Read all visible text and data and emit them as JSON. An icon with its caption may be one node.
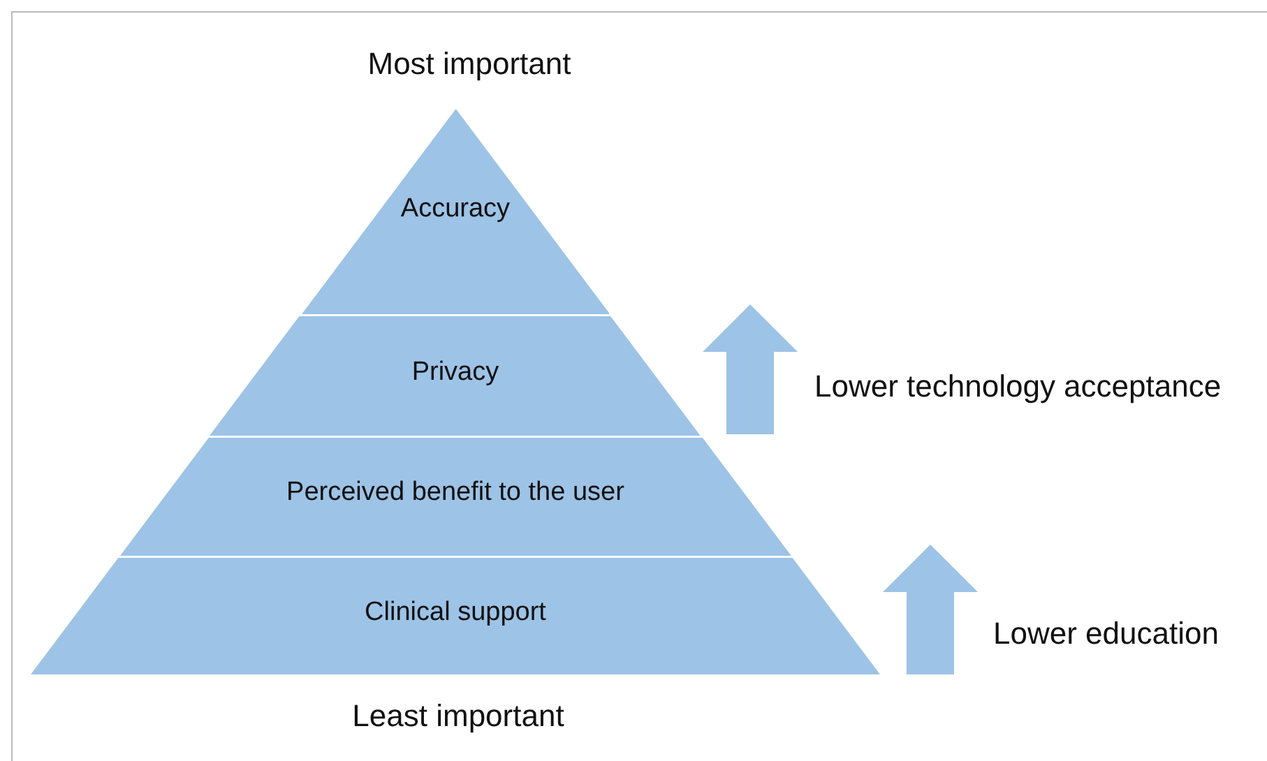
{
  "diagram": {
    "nodes": [
      {
        "text": [
          "Accuracy"
        ]
      },
      {
        "text": [
          "Privacy"
        ]
      },
      {
        "text": [
          "Perceived benefit to the user"
        ]
      },
      {
        "text": [
          "Clinical support"
        ]
      }
    ],
    "labels": [
      "Most important",
      "Lower technology acceptance",
      "Lower education",
      "Least important"
    ]
  }
}
